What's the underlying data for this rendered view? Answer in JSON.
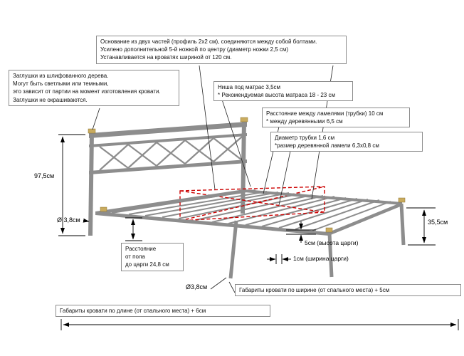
{
  "callouts": {
    "base_construction": "Основание из двух частей (профиль 2х2 см), соединяются между собой болтами.\nУсилено дополнительной 5-й ножкой по центру (диаметр ножки 2,5 см)\nУстанавливается на кроватях шириной от 120 см.",
    "wood_caps": "Заглушки из шлифованного дерева.\nМогут быть светлыми или темными,\nэто зависит от партии на момент изготовления кровати.\nЗаглушки не окрашиваются.",
    "mattress_niche": "Ниша под матрас 3,5см\n* Рекомендуемая высота матраса 18 - 23 см",
    "slat_spacing": "Расстояние между ламелями (трубки) 10 см\n* между деревянными 6,5 см",
    "tube_size": "Диаметр трубки 1,6 см\n*размер деревянной ламели 6,3х0,8 см",
    "floor_clearance": "Расстояние\nот пола\nдо царги 24,8 см",
    "overall_width": "Габариты кровати по ширине (от спального места) + 5см",
    "overall_length": "Габариты кровати по длине (от спального места) + 6см"
  },
  "labels": {
    "headboard_height": "97,5см",
    "head_leg_diameter": "Ø 3,8см",
    "foot_height": "35,5см",
    "rail_height": "5см (высота царги)",
    "rail_width": "1см (ширина царги)",
    "center_leg_diameter": "Ø3,8см"
  },
  "colors": {
    "frame": "#8d8d8d",
    "accent_red": "#cc0000",
    "cap": "#c9ab5e"
  }
}
